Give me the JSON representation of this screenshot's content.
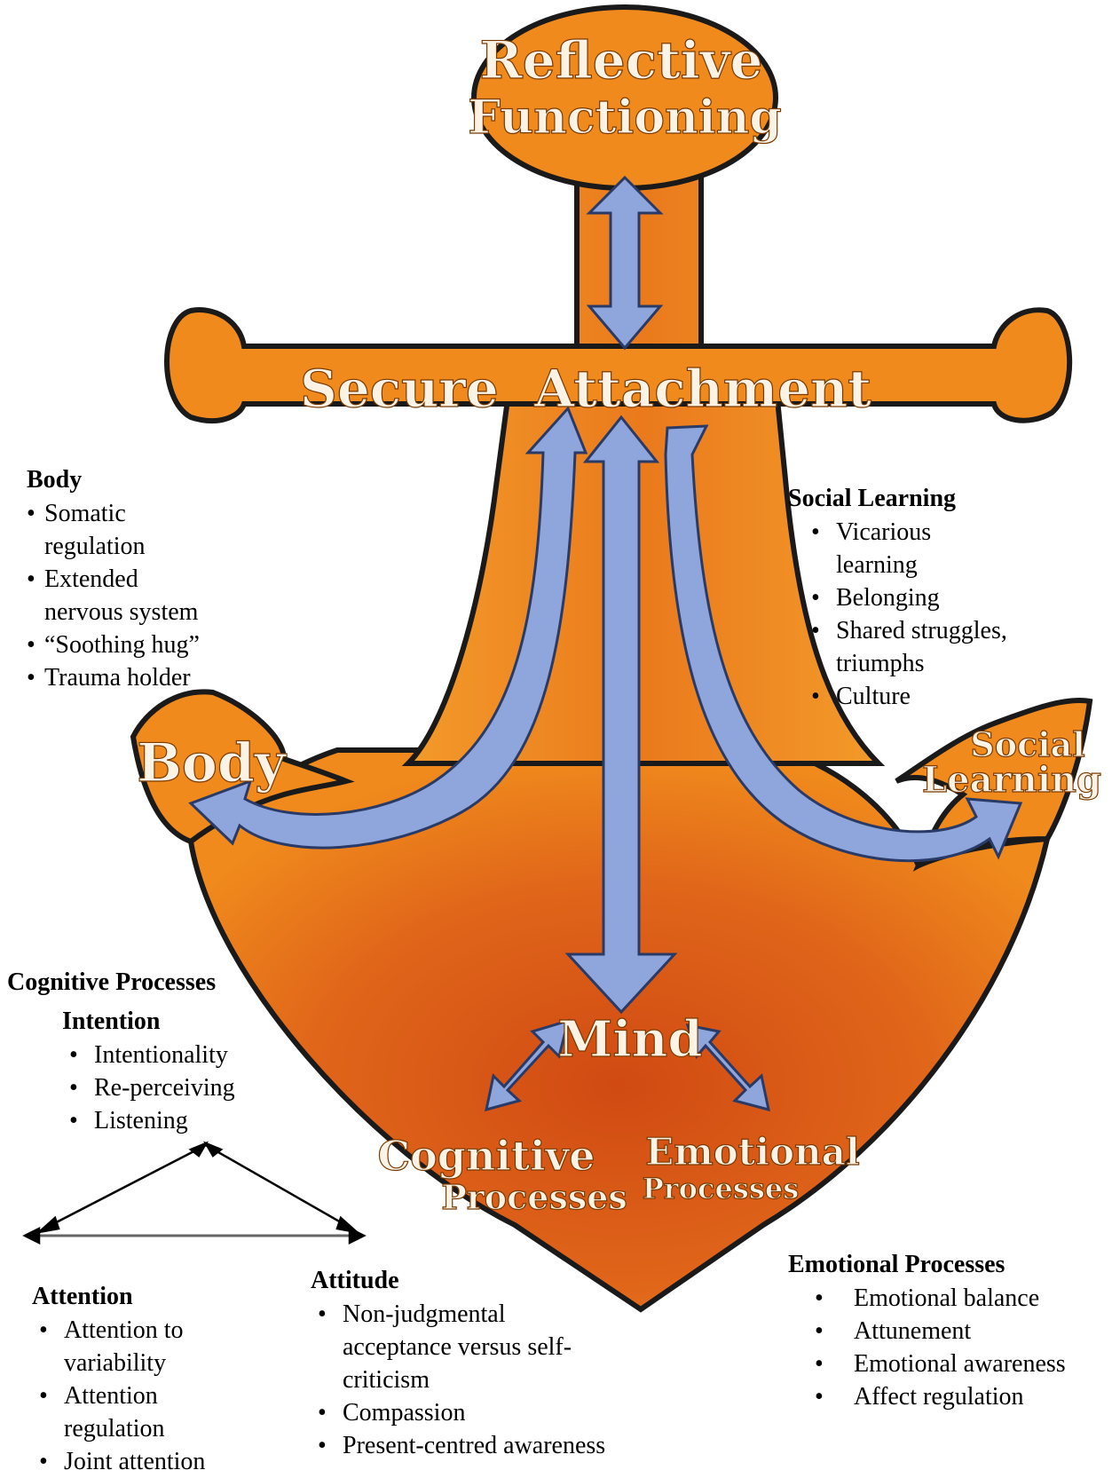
{
  "diagram": {
    "top_label": [
      "Reflective",
      "Functioning"
    ],
    "crossbar_label": "Secure  Attachment",
    "left_fluke_label": "Body",
    "right_fluke_label": [
      "Social",
      "Learning"
    ],
    "center_label": "Mind",
    "cognitive_label": [
      "Cognitive",
      "Processes"
    ],
    "emotional_label": [
      "Emotional",
      "Processes"
    ],
    "colors": {
      "orange": "#f08a1c",
      "dark_orange": "#d04a12",
      "arrow_blue": "#8ea6dc",
      "label_text": "#fbf3e6",
      "outline": "#1a1a1a"
    }
  },
  "body_panel": {
    "title": "Body",
    "items": [
      [
        "Somatic",
        "regulation"
      ],
      [
        "Extended",
        "nervous system"
      ],
      [
        "“Soothing hug”"
      ],
      [
        "Trauma holder"
      ]
    ]
  },
  "social_panel": {
    "title": "Social Learning",
    "items": [
      [
        "Vicarious",
        "learning"
      ],
      [
        "Belonging"
      ],
      [
        "Shared struggles,",
        "triumphs"
      ],
      [
        "Culture"
      ]
    ]
  },
  "cognitive_panel": {
    "title": "Cognitive Processes",
    "intention": {
      "title": "Intention",
      "items": [
        "Intentionality",
        "Re-perceiving",
        "Listening"
      ]
    },
    "attention": {
      "title": "Attention",
      "items": [
        [
          "Attention to",
          "variability"
        ],
        [
          "Attention",
          "regulation"
        ],
        [
          "Joint attention"
        ]
      ]
    },
    "attitude": {
      "title": "Attitude",
      "items": [
        [
          "Non-judgmental",
          "acceptance versus self-",
          "criticism"
        ],
        [
          "Compassion"
        ],
        [
          "Present-centred awareness"
        ]
      ]
    }
  },
  "emotional_panel": {
    "title": "Emotional Processes",
    "items": [
      "Emotional balance",
      "Attunement",
      "Emotional awareness",
      "Affect regulation"
    ]
  }
}
